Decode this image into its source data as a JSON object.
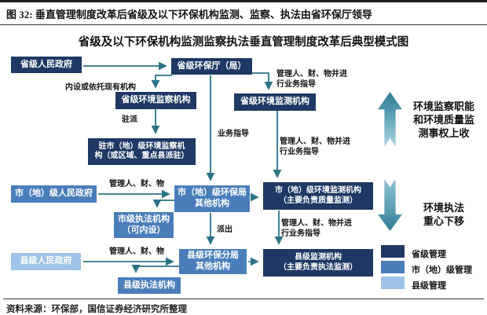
{
  "header": {
    "title": "图 32: 垂直管理制度改革后省级及以下环保机构监测、监察、执法由省环保厅领导"
  },
  "diagram": {
    "title": "省级及以下环保机构监测监察执法垂直管理制度改革后典型模式图",
    "nodes": {
      "prov_gov": "省级人民政府",
      "prov_epb": "省级环保厅（局）",
      "prov_inspect": "省级环境监察机构",
      "prov_monitor": "省级环境监测机构",
      "city_inspect": "驻市（地）级环境监察机\n构（或区域、重点县派驻）",
      "city_gov": "市（地）级人民政府",
      "city_epb": "市（地）级环保局\n其他机构",
      "city_monitor": "市（地）级环境监测机构\n（主要负责质量监测）",
      "city_enforce": "市级执法机构\n（可内设）",
      "county_gov": "县级人民政府",
      "county_epb": "县级环保分局\n其他机构",
      "county_monitor": "县级监测机构\n（主要负责执法监测）",
      "county_enforce": "县级执法机构"
    },
    "edge_labels": {
      "neishe": "内设或依托现有机构",
      "zhupai": "驻派",
      "yewu_zhidao": "业务指导",
      "guanli_bingjin": "管理人、财、物并进\n行业务指导",
      "guanli": "管理人、财、物",
      "paichu": "派出"
    },
    "annotations": {
      "up": "环境监察职能\n和环境质量监\n测事权上收",
      "down": "环境执法\n重心下移"
    },
    "legend": [
      {
        "label": "省级管理",
        "color": "#1F3864"
      },
      {
        "label": "市（地）级管理",
        "color": "#4A7EBB"
      },
      {
        "label": "县级管理",
        "color": "#9DC3E6"
      }
    ],
    "colors": {
      "province_level": "#1F3864",
      "city_level": "#4A7EBB",
      "county_level": "#9DC3E6",
      "connector": "#2B7386"
    }
  },
  "footer": {
    "source": "资料来源：环保部，国信证券经济研究所整理"
  }
}
